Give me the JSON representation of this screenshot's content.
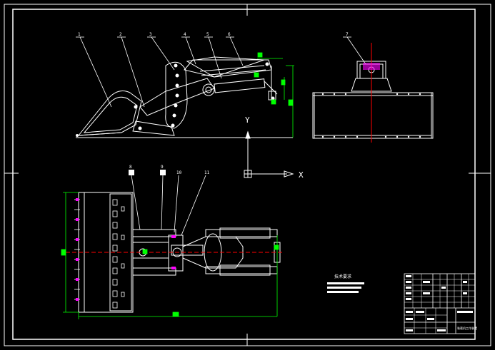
{
  "drawing": {
    "part_callouts": [
      "1",
      "2",
      "3",
      "4",
      "5",
      "6",
      "7"
    ],
    "plan_callouts": [
      "8",
      "9",
      "10",
      "11"
    ],
    "axis_y_label": "Y",
    "axis_x_label": "X",
    "notes_title": "技术要求",
    "title_block_name": "装载机工作装置"
  },
  "colors": {
    "background": "#000000",
    "line": "#ffffff",
    "dimension": "#00ff00",
    "centerline": "#ff0000",
    "hidden": "#ff00ff"
  }
}
